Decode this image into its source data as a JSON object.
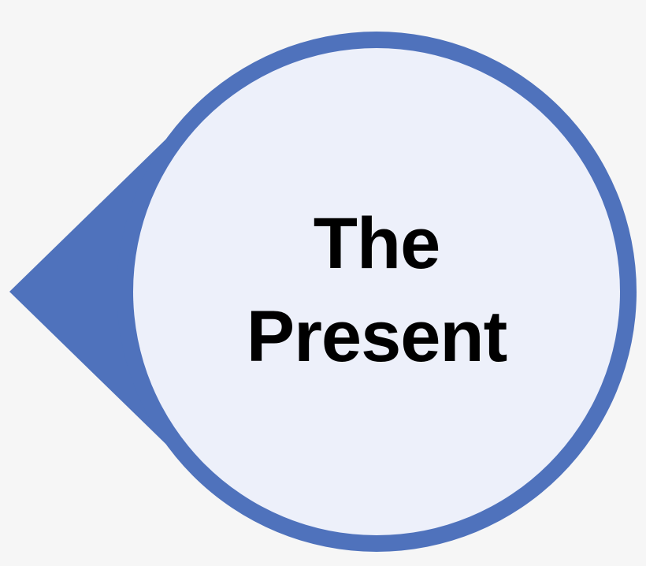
{
  "diagram": {
    "type": "speech-bubble-callout",
    "pointer_direction": "left",
    "label_lines": [
      "The",
      "Present"
    ],
    "colors": {
      "background": "#f6f6f6",
      "ring": "#4f72bc",
      "fill": "#edf0fa",
      "text": "#000000"
    }
  }
}
